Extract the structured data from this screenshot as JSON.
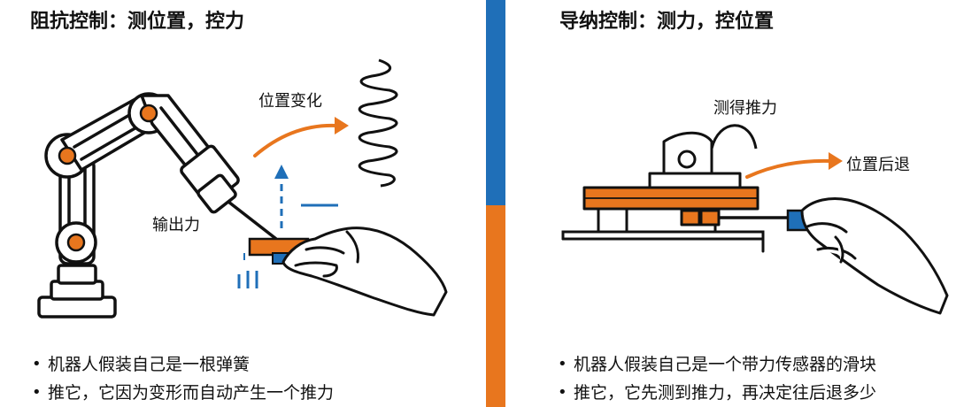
{
  "left": {
    "title": "阻抗控制：测位置，控力",
    "labels": {
      "position_change": "位置变化",
      "output_force": "输出力"
    },
    "bullets": [
      "机器人假装自己是一根弹簧",
      "推它，它因为变形而自动产生一个推力"
    ]
  },
  "right": {
    "title": "导纳控制：测力，控位置",
    "labels": {
      "measured_push": "测得推力",
      "position_retreat": "位置后退"
    },
    "bullets": [
      "机器人假装自己是一个带力传感器的滑块",
      "推它，它先测到推力，再决定往后退多少"
    ]
  },
  "colors": {
    "blue": "#1f6fb8",
    "orange": "#e8761e",
    "outline": "#111111"
  },
  "icons": [
    "robot-arm-icon",
    "spring-icon",
    "hand-icon",
    "slider-sensor-icon",
    "arrow-icon"
  ]
}
